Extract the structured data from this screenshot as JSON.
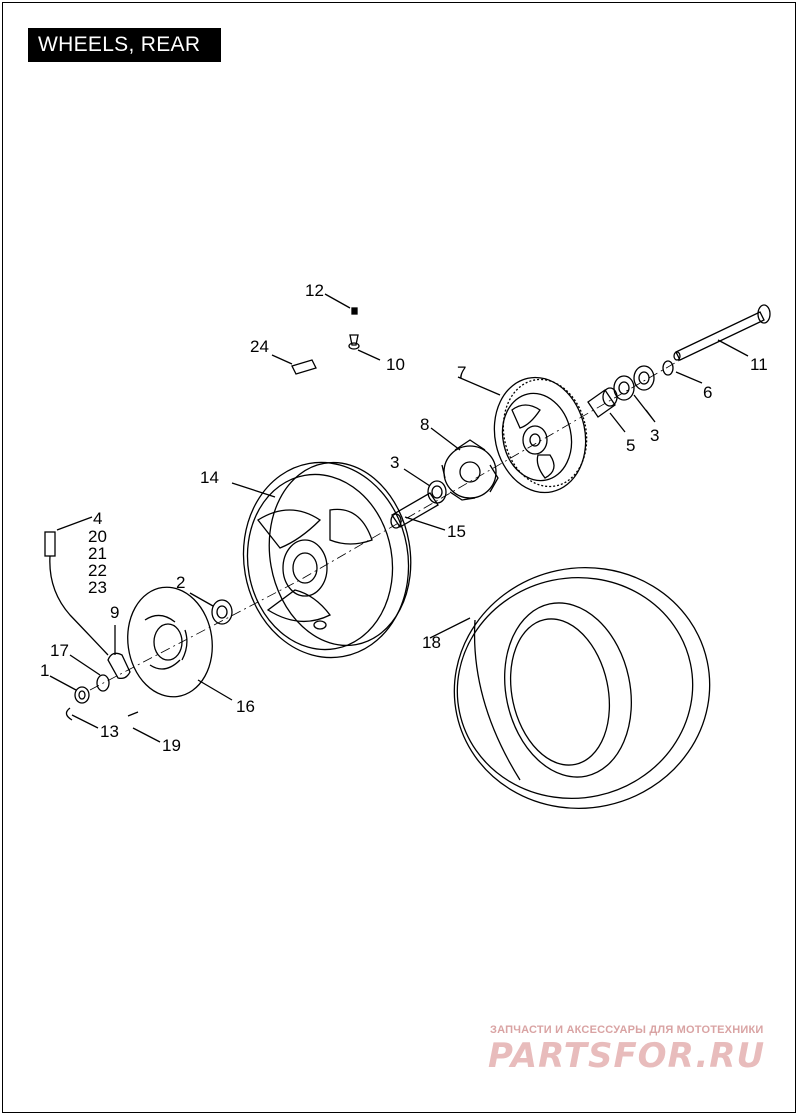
{
  "title": "WHEELS, REAR",
  "callouts": {
    "c1": "1",
    "c2": "2",
    "c3a": "3",
    "c3b": "3",
    "c4": "4",
    "c5": "5",
    "c6": "6",
    "c7": "7",
    "c8": "8",
    "c9": "9",
    "c10": "10",
    "c11": "11",
    "c12": "12",
    "c13": "13",
    "c14": "14",
    "c15": "15",
    "c16": "16",
    "c17": "17",
    "c18": "18",
    "c19": "19",
    "c20": "20",
    "c21": "21",
    "c22": "22",
    "c23": "23",
    "c24": "24"
  },
  "watermark": {
    "subtitle": "ЗАПЧАСТИ И АКСЕССУАРЫ ДЛЯ МОТОТЕХНИКИ",
    "logo": "PARTSFOR.RU"
  }
}
